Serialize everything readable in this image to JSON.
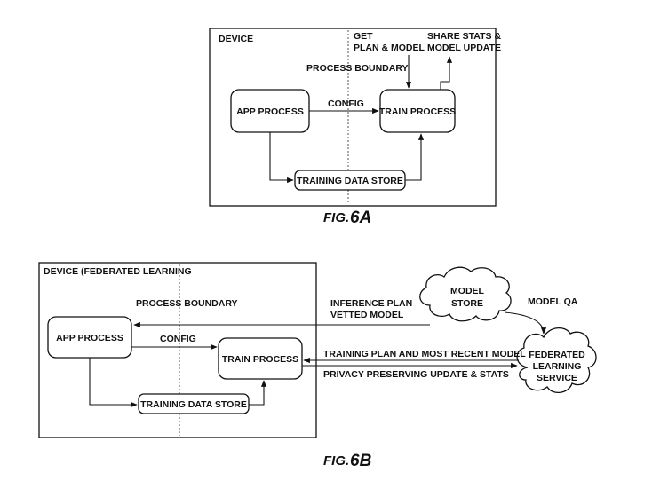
{
  "fig6a": {
    "device_label": "DEVICE",
    "get_line1": "GET",
    "get_line2": "PLAN & MODEL",
    "share_line1": "SHARE STATS &",
    "share_line2": "MODEL UPDATE",
    "process_boundary": "PROCESS BOUNDARY",
    "app_process": "APP PROCESS",
    "config": "CONFIG",
    "train_process": "TRAIN PROCESS",
    "training_data_store": "TRAINING DATA STORE",
    "caption_prefix": "FIG.",
    "caption_num": "6A"
  },
  "fig6b": {
    "device_label": "DEVICE (FEDERATED LEARNING",
    "process_boundary": "PROCESS BOUNDARY",
    "app_process": "APP PROCESS",
    "config": "CONFIG",
    "train_process": "TRAIN PROCESS",
    "training_data_store": "TRAINING DATA STORE",
    "inference_line1": "INFERENCE PLAN",
    "inference_line2": "VETTED MODEL",
    "model_store_line1": "MODEL",
    "model_store_line2": "STORE",
    "model_qa": "MODEL QA",
    "training_plan": "TRAINING PLAN AND MOST RECENT MODEL",
    "privacy_update": "PRIVACY PRESERVING UPDATE & STATS",
    "fls_line1": "FEDERATED",
    "fls_line2": "LEARNING",
    "fls_line3": "SERVICE",
    "caption_prefix": "FIG.",
    "caption_num": "6B"
  }
}
